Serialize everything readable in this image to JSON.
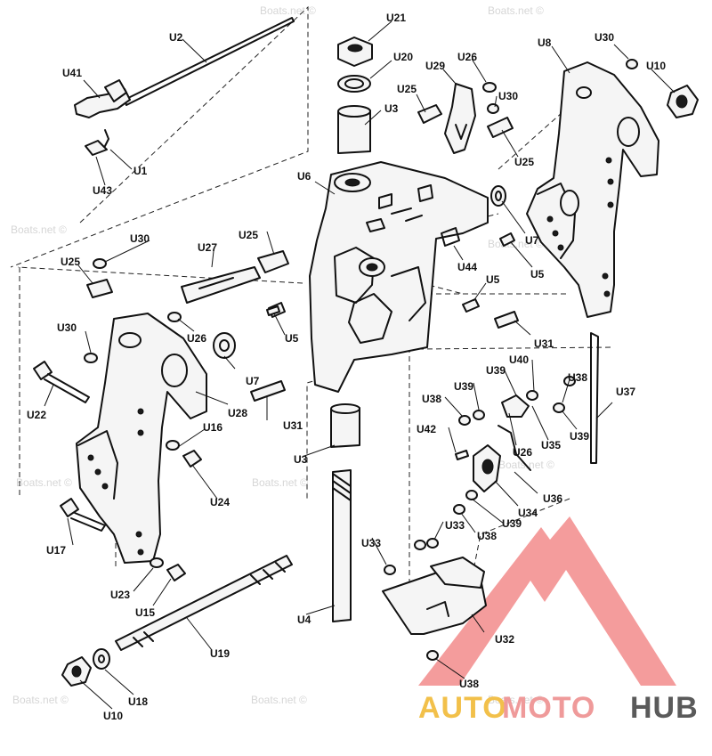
{
  "watermark": "Boats.net ©",
  "logo": {
    "part1": "AUTO",
    "part2": "MOTO",
    "part3": "HUB",
    "colors": {
      "yellow": "#f2c04a",
      "pink": "#ef9a9a",
      "gray": "#5a5a5a"
    }
  },
  "labels": {
    "U1": "U1",
    "U2": "U2",
    "U3": "U3",
    "U4": "U4",
    "U5": "U5",
    "U6": "U6",
    "U7": "U7",
    "U8": "U8",
    "U10": "U10",
    "U15": "U15",
    "U16": "U16",
    "U17": "U17",
    "U18": "U18",
    "U19": "U19",
    "U20": "U20",
    "U21": "U21",
    "U22": "U22",
    "U23": "U23",
    "U24": "U24",
    "U25": "U25",
    "U26": "U26",
    "U27": "U27",
    "U28": "U28",
    "U29": "U29",
    "U30": "U30",
    "U31": "U31",
    "U32": "U32",
    "U33": "U33",
    "U34": "U34",
    "U35": "U35",
    "U36": "U36",
    "U37": "U37",
    "U38": "U38",
    "U39": "U39",
    "U40": "U40",
    "U41": "U41",
    "U42": "U42",
    "U43": "U43",
    "U44": "U44"
  }
}
